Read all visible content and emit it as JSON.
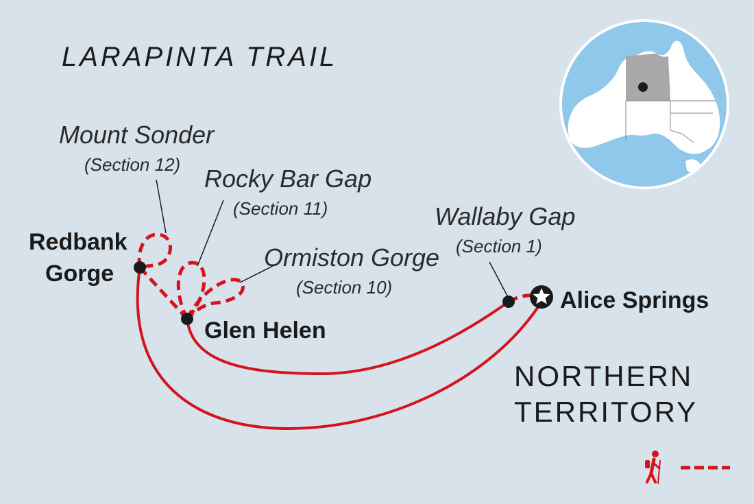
{
  "title": "LARAPINTA TRAIL",
  "colors": {
    "background": "#d8e2eb",
    "trail": "#d4141c",
    "ocean": "#8fc8ea",
    "land": "#ffffff",
    "territory": "#a9a9a9",
    "ink": "#1a1a1a"
  },
  "places": {
    "redbank_line1": "Redbank",
    "redbank_line2": "Gorge",
    "glen_helen": "Glen Helen",
    "alice_springs": "Alice Springs"
  },
  "sections": {
    "mount_sonder": {
      "name": "Mount Sonder",
      "section": "(Section 12)"
    },
    "rocky_bar_gap": {
      "name": "Rocky Bar Gap",
      "section": "(Section 11)"
    },
    "ormiston_gorge": {
      "name": "Ormiston Gorge",
      "section": "(Section 10)"
    },
    "wallaby_gap": {
      "name": "Wallaby Gap",
      "section": "(Section 1)"
    }
  },
  "region": {
    "line1": "NORTHERN",
    "line2": "TERRITORY"
  },
  "inset": {
    "highlighted_region_icon": "territory-marker-dot"
  },
  "legend": {
    "hiker_icon": "hiker-icon",
    "trail_style": "dashed-trail-line"
  }
}
